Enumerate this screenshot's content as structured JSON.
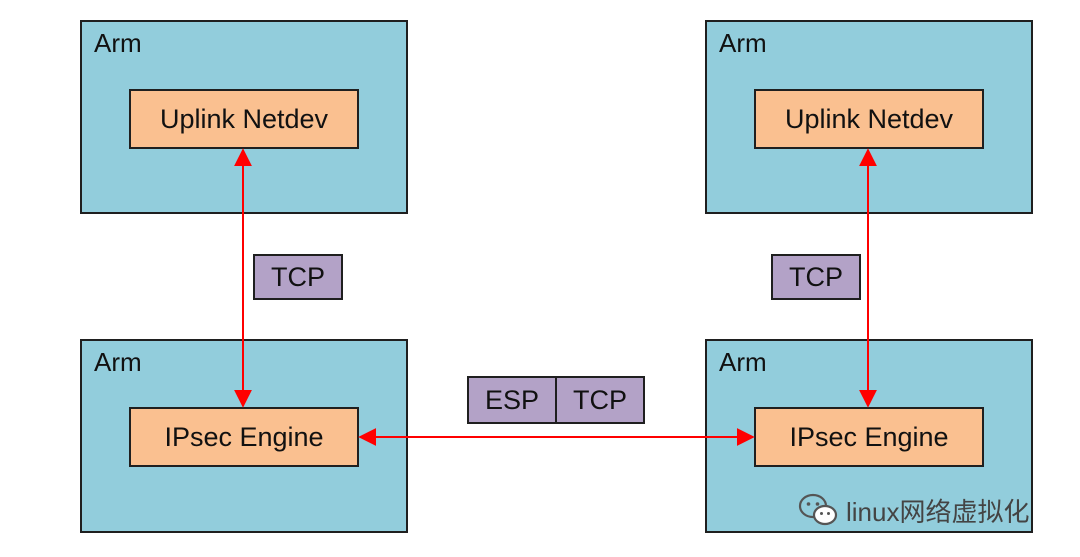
{
  "diagram": {
    "arm_label": "Arm",
    "uplink_label": "Uplink Netdev",
    "engine_label": "IPsec Engine",
    "tcp_label": "TCP",
    "esp_label": "ESP",
    "arrow_color": "#ff0000",
    "arm_color": "#92cddc",
    "inner_color": "#fac090",
    "proto_color": "#b3a2c7"
  },
  "watermark": {
    "icon": "wechat-icon",
    "text": "linux网络虚拟化"
  }
}
